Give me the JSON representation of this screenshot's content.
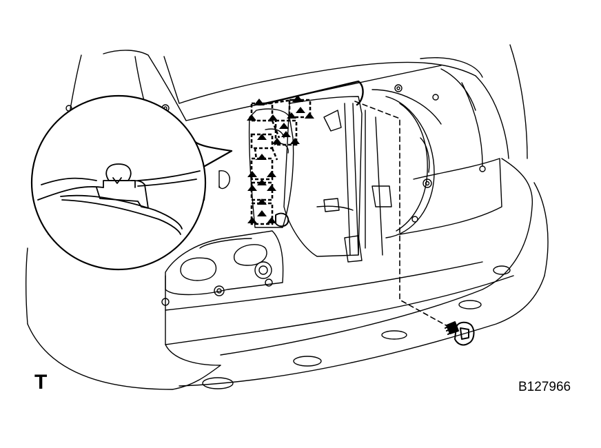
{
  "view_letter": "T",
  "figure_code": "B127966",
  "colors": {
    "line": "#000000",
    "background": "#ffffff"
  },
  "icons": [
    "clip-triangle-marker",
    "bolt-icon",
    "clip-detail-icon"
  ]
}
